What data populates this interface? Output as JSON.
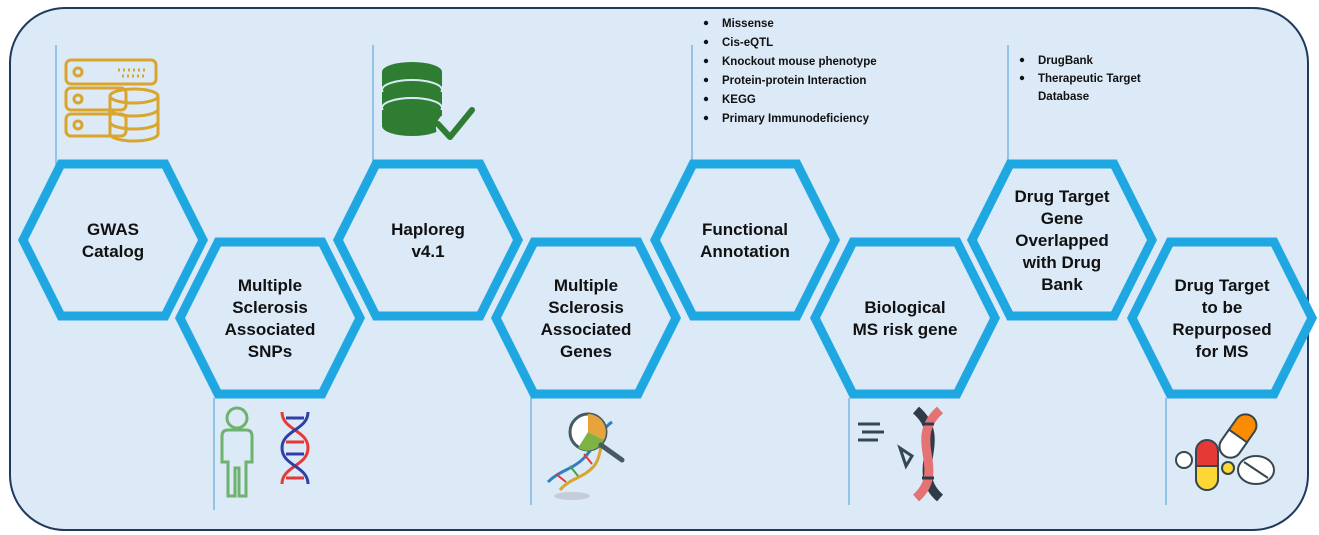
{
  "steps": [
    {
      "lines": [
        "GWAS",
        "Catalog"
      ],
      "icon": "database-server-icon"
    },
    {
      "lines": [
        "Multiple",
        "Sclerosis",
        "Associated",
        "SNPs"
      ],
      "icon": "person-dna-icon"
    },
    {
      "lines": [
        "Haploreg",
        "v4.1"
      ],
      "icon": "database-check-icon"
    },
    {
      "lines": [
        "Multiple",
        "Sclerosis",
        "Associated",
        "Genes"
      ],
      "icon": "dna-magnifier-icon"
    },
    {
      "lines": [
        "Functional",
        "Annotation"
      ],
      "icon": null
    },
    {
      "lines": [
        "Biological",
        "MS risk gene"
      ],
      "icon": "dna-analysis-icon"
    },
    {
      "lines": [
        "Drug Target",
        "Gene",
        "Overlapped",
        "with Drug",
        "Bank"
      ],
      "icon": null
    },
    {
      "lines": [
        "Drug Target",
        "to be",
        "Repurposed",
        "for MS"
      ],
      "icon": "pills-icon"
    }
  ],
  "annotation_lists": [
    {
      "name": "functional-annotation-criteria",
      "items": [
        "Missense",
        "Cis-eQTL",
        "Knockout mouse phenotype",
        "Protein-protein Interaction",
        "KEGG",
        "Primary Immunodeficiency"
      ]
    },
    {
      "name": "drug-databases",
      "items": [
        "DrugBank",
        "Therapeutic Target",
        "Database"
      ]
    }
  ],
  "colors": {
    "hex_stroke": "#1ea7e1",
    "panel_fill": "#dce9f7",
    "panel_stroke": "#1f3a5c",
    "connector": "#7ab8e6",
    "icon_gold": "#d9a52c",
    "icon_green": "#2e7d32",
    "icon_person": "#6db36d",
    "dna_red": "#e53935",
    "dna_blue": "#2f3fa8"
  }
}
